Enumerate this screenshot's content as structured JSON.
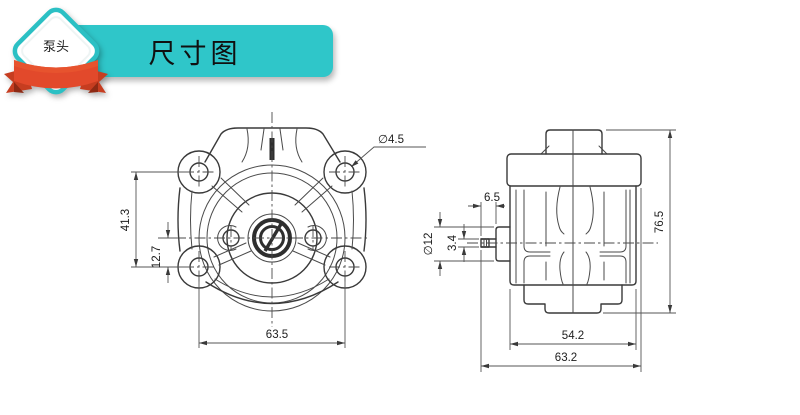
{
  "header": {
    "badge_label": "泵头",
    "title": "尺寸图",
    "colors": {
      "banner_teal": "#2fc6c9",
      "badge_border": "#2bc0c4",
      "ribbon_red": "#e2492b",
      "ribbon_dark": "#c63d20",
      "ribbon_fold": "#8e2a14"
    }
  },
  "drawing": {
    "line_color": "#3a3a3a",
    "front_view": {
      "mounting_hole_diameter": "∅4.5",
      "mounting_hole_vertical_spacing": "41.3",
      "center_to_lower_holes": "12.7",
      "mounting_hole_horizontal_spacing": "63.5"
    },
    "side_view": {
      "shaft_exposed_length": "6.5",
      "boss_diameter": "∅12",
      "shaft_diameter": "3.4",
      "overall_height": "76.5",
      "body_depth": "54.2",
      "overall_depth": "63.2"
    }
  }
}
